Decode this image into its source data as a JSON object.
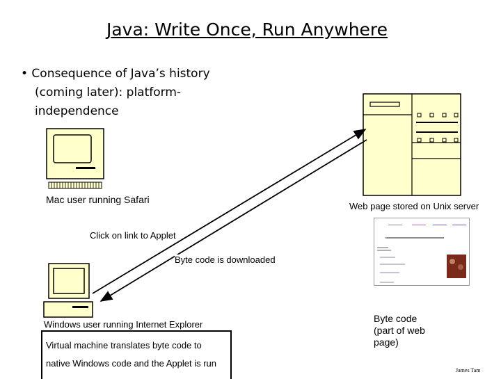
{
  "slide": {
    "title": "Java: Write Once, Run Anywhere",
    "bullet": {
      "line1": "• Consequence of Java’s history",
      "line2": "(coming later): platform-",
      "line3": "independence"
    }
  },
  "labels": {
    "mac_user": "Mac user running Safari",
    "web_server": "Web page stored on Unix server",
    "click_link": "Click on link to Applet",
    "bytecode_download": "Byte code is downloaded",
    "windows_user": "Windows user running Internet Explorer",
    "vm_line1": "Virtual machine translates byte code to",
    "vm_line2": "native Windows code and the Applet is run",
    "bytecode_line1": "Byte code",
    "bytecode_line2": "(part of web",
    "bytecode_line3": "page)"
  },
  "author": "James Tam",
  "colors": {
    "device_fill": "#ffffcc",
    "outline": "#000000",
    "thumb_photo": "#7a2a1a"
  },
  "icons": {
    "mac": "mac-computer-icon",
    "server": "unix-server-icon",
    "pc": "windows-pc-icon",
    "page": "web-page-thumbnail"
  }
}
